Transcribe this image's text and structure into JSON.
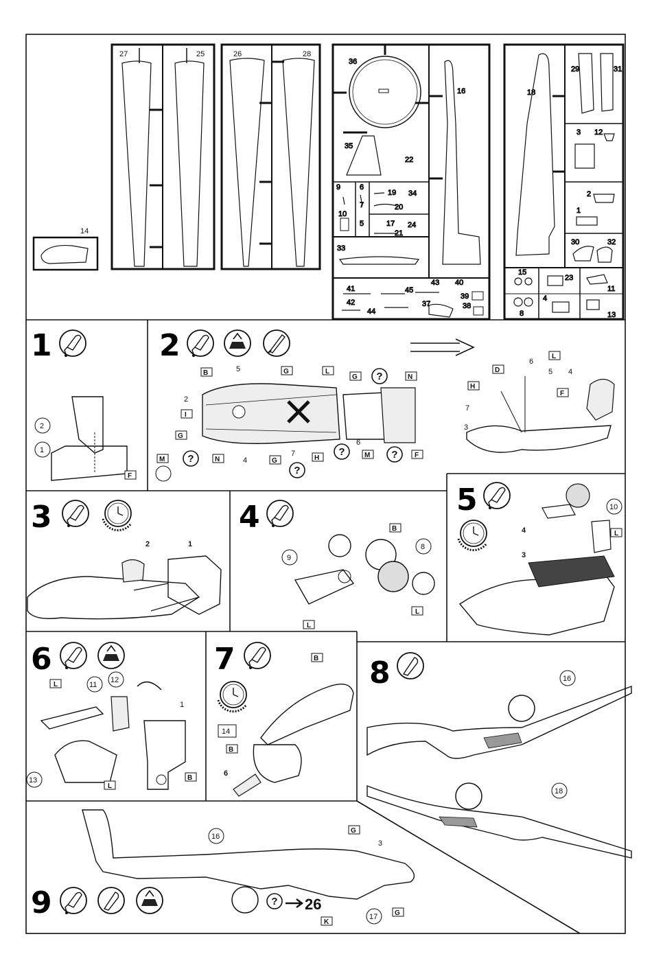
{
  "sprues": {
    "sprue_a": {
      "labels": [
        "27",
        "25"
      ]
    },
    "sprue_b": {
      "labels": [
        "26",
        "28"
      ]
    },
    "sprue_c": {
      "labels": [
        "36",
        "16",
        "35",
        "22",
        "9",
        "6",
        "7",
        "19",
        "34",
        "20",
        "10",
        "5",
        "17",
        "24",
        "21",
        "33",
        "43",
        "40",
        "39",
        "37",
        "38",
        "41",
        "45",
        "42",
        "44"
      ]
    },
    "sprue_d": {
      "labels": [
        "18",
        "29",
        "31",
        "3",
        "12",
        "2",
        "1",
        "30",
        "32",
        "15",
        "23",
        "11",
        "4",
        "13",
        "8"
      ]
    },
    "loose_part": "14"
  },
  "steps": [
    {
      "number": "1",
      "callouts": [
        "2",
        "1"
      ],
      "tags": [
        "F"
      ]
    },
    {
      "number": "2",
      "callouts": [
        "5",
        "2",
        "4",
        "7",
        "6",
        "6",
        "5",
        "4",
        "7",
        "3"
      ],
      "tags": [
        "B",
        "G",
        "L",
        "G",
        "N",
        "I",
        "G",
        "M",
        "N",
        "G",
        "H",
        "M",
        "F",
        "D",
        "L",
        "H",
        "F"
      ]
    },
    {
      "number": "3",
      "callouts": [
        "2",
        "1"
      ]
    },
    {
      "number": "4",
      "callouts": [
        "9",
        "8"
      ],
      "tags": [
        "B",
        "L",
        "L"
      ]
    },
    {
      "number": "5",
      "callouts": [
        "10",
        "4",
        "3"
      ],
      "tags": [
        "L"
      ]
    },
    {
      "number": "6",
      "callouts": [
        "11",
        "12",
        "1",
        "13"
      ],
      "tags": [
        "L",
        "B",
        "L"
      ]
    },
    {
      "number": "7",
      "callouts": [
        "14",
        "6"
      ],
      "tags": [
        "B",
        "B"
      ]
    },
    {
      "number": "8",
      "callouts": [
        "16",
        "18"
      ]
    },
    {
      "number": "9",
      "callouts": [
        "16",
        "3",
        "17"
      ],
      "tags": [
        "G",
        "G",
        "K"
      ],
      "ref": "26"
    }
  ],
  "icons": [
    "glue-tube-icon",
    "clock-icon",
    "paint-brush-icon",
    "paint-spray-icon",
    "weight-icon",
    "question-mark-icon"
  ]
}
